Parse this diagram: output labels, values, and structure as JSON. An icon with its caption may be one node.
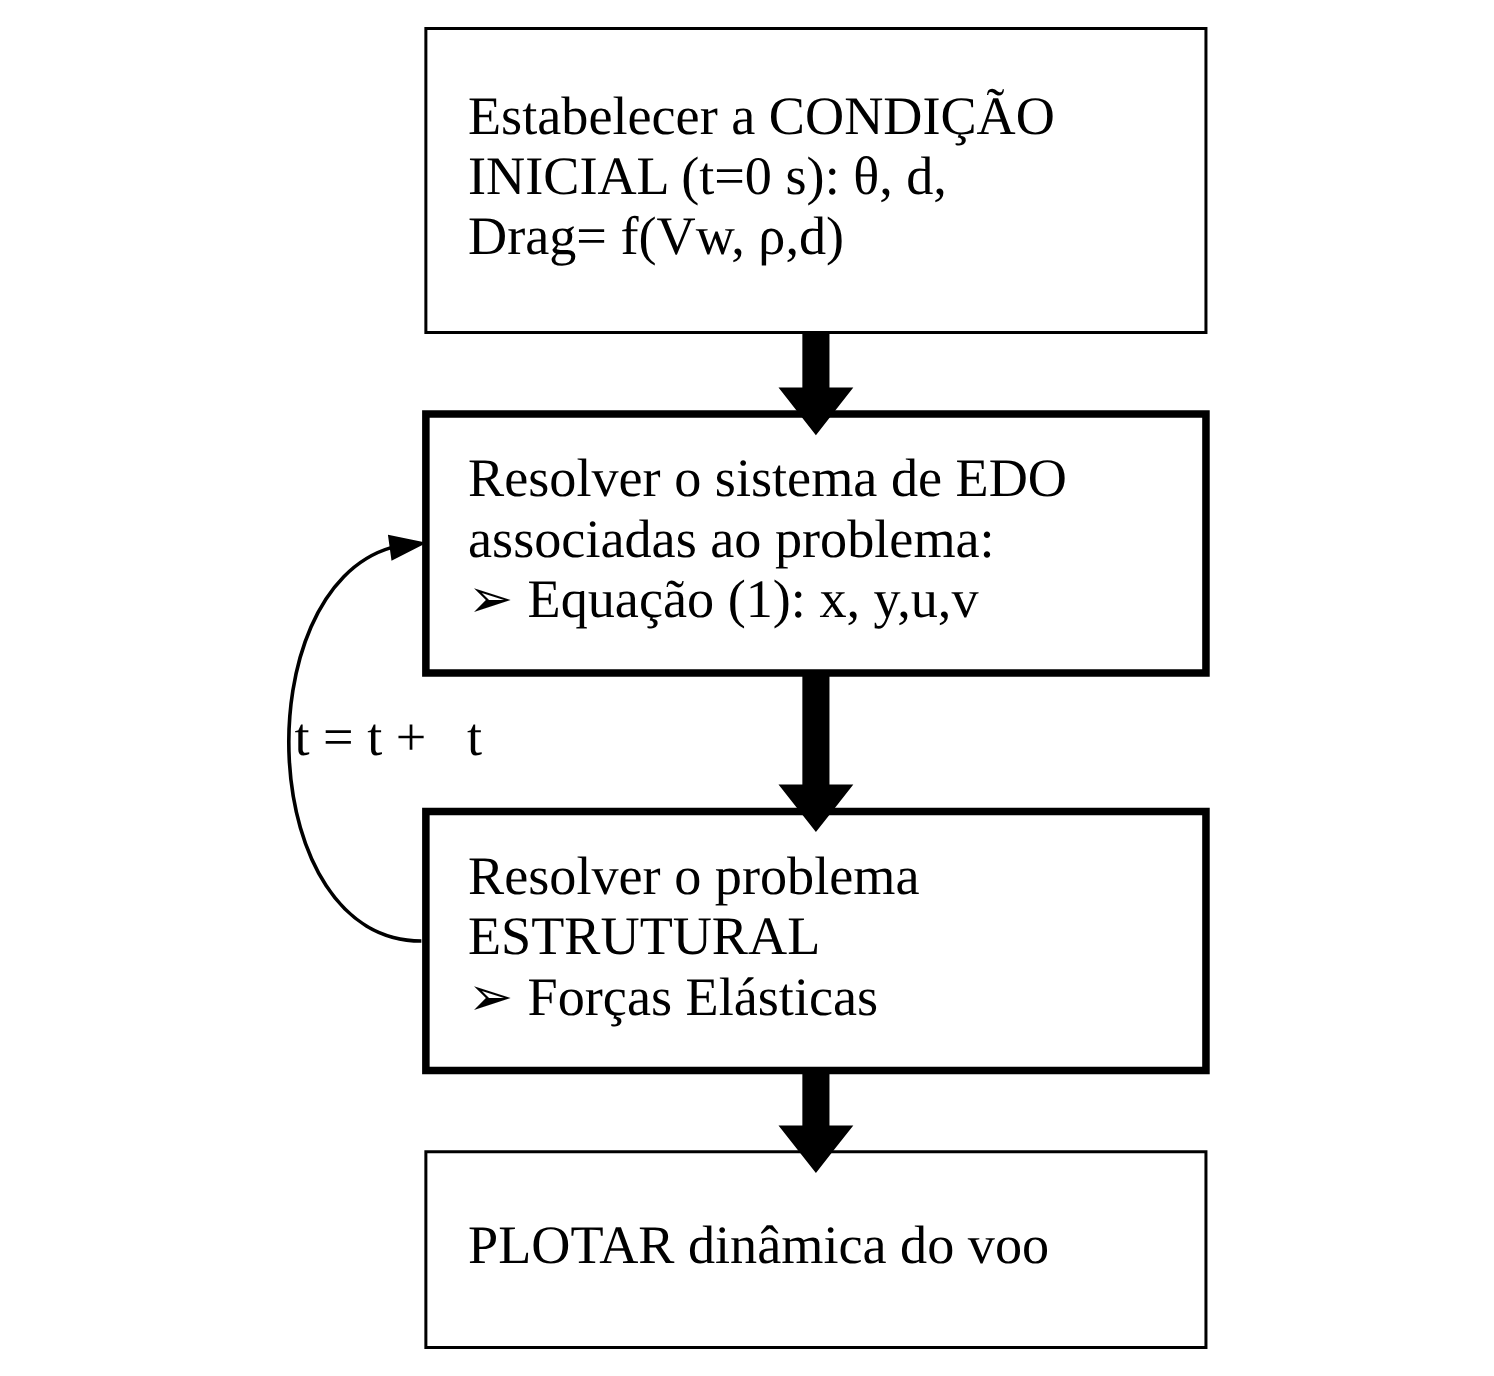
{
  "diagram": {
    "nodes": [
      {
        "text": [
          "Estabelecer a CONDIÇÃO INICIAL (t=0 s): θ, d, Drag= f(Vw, ρ,d)"
        ]
      },
      {
        "text": [
          "Resolver o sistema de EDO associadas ao problema:",
          "➢ Equação (1): x, y,u,v"
        ]
      },
      {
        "text": [
          "Resolver o problema ESTRUTURAL",
          "➢ Forças Elásticas"
        ]
      },
      {
        "text": [
          "PLOTAR dinâmica do voo"
        ]
      }
    ],
    "edges": [
      {
        "from": 0,
        "to": 1,
        "arrow": "to"
      },
      {
        "from": 1,
        "to": 2,
        "arrow": "to"
      },
      {
        "from": 2,
        "to": 3,
        "arrow": "to"
      },
      {
        "from": 2,
        "to": 1,
        "arrow": "to",
        "label": "t = t +   t"
      }
    ]
  }
}
